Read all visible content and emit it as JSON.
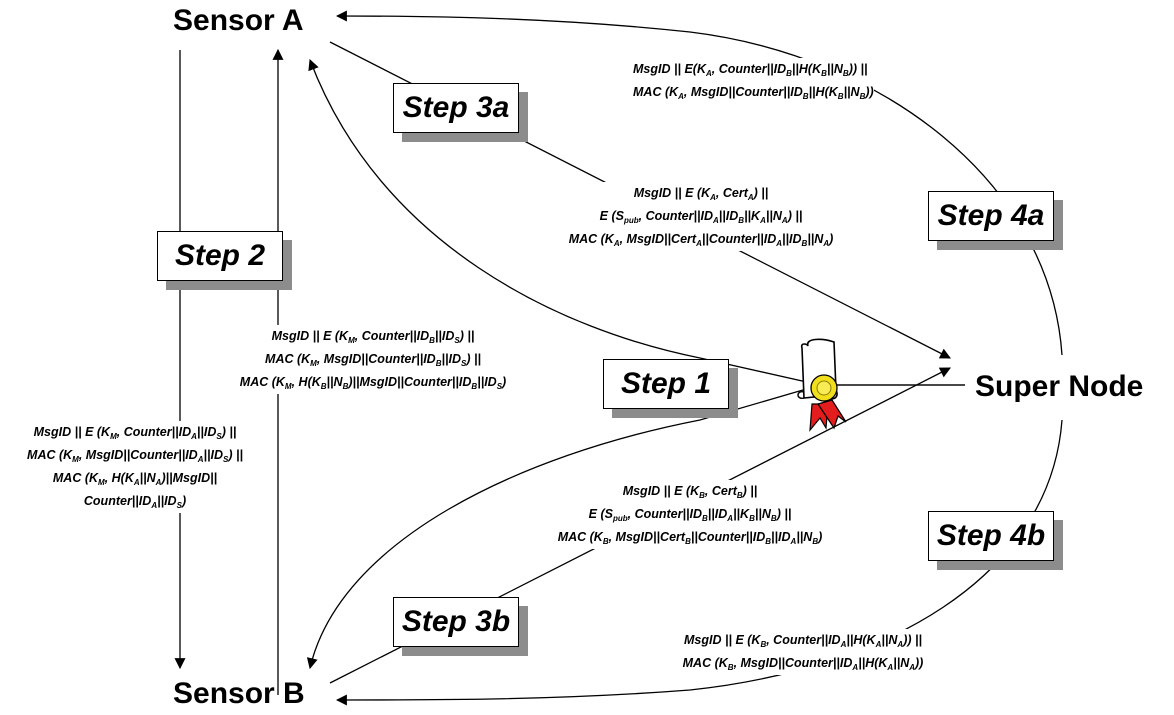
{
  "nodes": {
    "sensor_a": "Sensor A",
    "sensor_b": "Sensor B",
    "super_node": "Super Node"
  },
  "steps": {
    "step1": "Step 1",
    "step2": "Step 2",
    "step3a": "Step 3a",
    "step3b": "Step 3b",
    "step4a": "Step 4a",
    "step4b": "Step 4b"
  },
  "messages": {
    "msg_4a": [
      "MsgID || E(K<sub>A</sub>, Counter||ID<sub>B</sub>||H(K<sub>B</sub>||N<sub>B</sub>)) ||",
      "MAC (K<sub>A</sub>, MsgID||Counter||ID<sub>B</sub>||H(K<sub>B</sub>||N<sub>B</sub>))"
    ],
    "msg_3a": [
      "MsgID || E (K<sub>A</sub>, Cert<sub>A</sub>) ||",
      "E (S<sub>pub</sub>, Counter||ID<sub>A</sub>||ID<sub>B</sub>||K<sub>A</sub>||N<sub>A</sub>) ||",
      "MAC (K<sub>A</sub>, MsgID||Cert<sub>A</sub>||Counter||ID<sub>A</sub>||ID<sub>B</sub>||N<sub>A</sub>)"
    ],
    "msg_2a": [
      "MsgID || E (K<sub>M</sub>, Counter||ID<sub>B</sub>||ID<sub>S</sub>) ||",
      "MAC (K<sub>M</sub>, MsgID||Counter||ID<sub>B</sub>||ID<sub>S</sub>) ||",
      "MAC (K<sub>M</sub>, H(K<sub>B</sub>||N<sub>B</sub>)||MsgID||Counter||ID<sub>B</sub>||ID<sub>S</sub>)"
    ],
    "msg_2b": [
      "MsgID || E (K<sub>M</sub>, Counter||ID<sub>A</sub>||ID<sub>S</sub>) ||",
      "MAC (K<sub>M</sub>, MsgID||Counter||ID<sub>A</sub>||ID<sub>S</sub>) ||",
      "MAC (K<sub>M</sub>, H(K<sub>A</sub>||N<sub>A</sub>)||MsgID||",
      "Counter||ID<sub>A</sub>||ID<sub>S</sub>)"
    ],
    "msg_3b": [
      "MsgID || E (K<sub>B</sub>, Cert<sub>B</sub>) ||",
      "E (S<sub>pub</sub>, Counter||ID<sub>B</sub>||ID<sub>A</sub>||K<sub>B</sub>||N<sub>B</sub>) ||",
      "MAC (K<sub>B</sub>, MsgID||Cert<sub>B</sub>||Counter||ID<sub>B</sub>||ID<sub>A</sub>||N<sub>B</sub>)"
    ],
    "msg_4b": [
      "MsgID || E (K<sub>B</sub>, Counter||ID<sub>A</sub>||H(K<sub>A</sub>||N<sub>A</sub>)) ||",
      "MAC (K<sub>B</sub>, MsgID||Counter||ID<sub>A</sub>||H(K<sub>A</sub>||N<sub>A</sub>))"
    ]
  },
  "icons": {
    "certificate": "certificate-scroll-icon"
  },
  "colors": {
    "line": "#000000",
    "shadow": "#8c8c8c",
    "seal_gold": "#f2df1c",
    "ribbon_red": "#e31d1d"
  }
}
